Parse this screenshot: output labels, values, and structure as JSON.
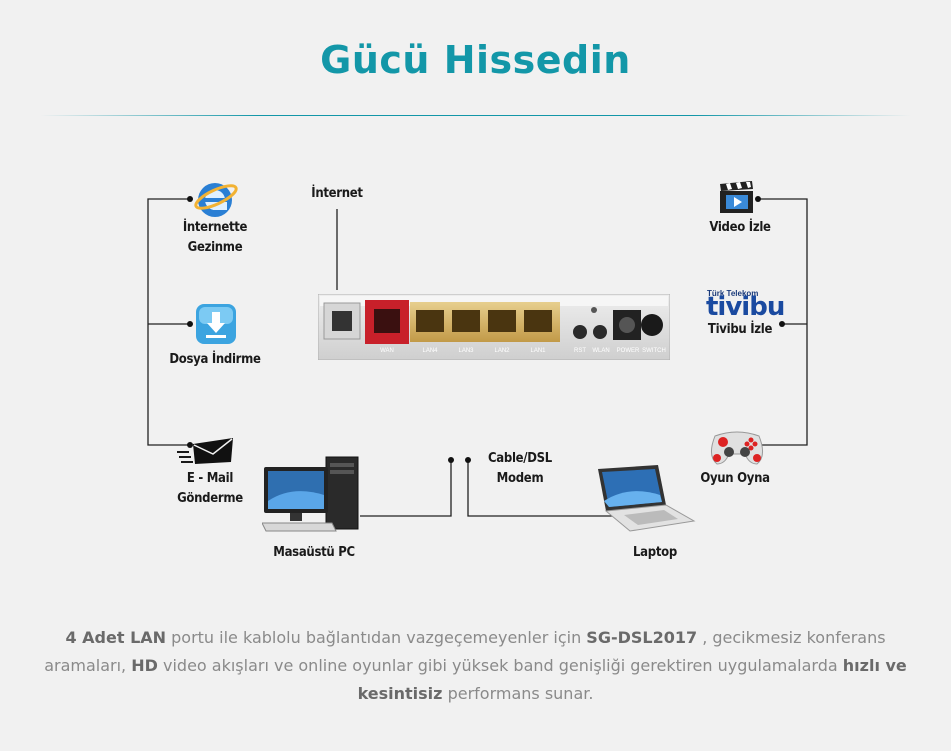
{
  "title": "Gücü Hissedin",
  "router": {
    "internet_label": "İnternet",
    "port_labels": [
      "WAN",
      "LAN4",
      "LAN3",
      "LAN2",
      "LAN1"
    ],
    "switch_labels": [
      "RST",
      "WLAN",
      "POWER",
      "SWITCH"
    ]
  },
  "left_items": [
    {
      "label": "İnternette Gezinme",
      "icon": "browser-e-icon"
    },
    {
      "label": "Dosya İndirme",
      "icon": "download-icon"
    },
    {
      "label_line1": "E - Mail",
      "label_line2": "Gönderme",
      "icon": "mail-icon"
    }
  ],
  "right_items": [
    {
      "label": "Video İzle",
      "icon": "clapperboard-icon"
    },
    {
      "label": "Tivibu İzle",
      "icon": "tivibu-logo",
      "logo_small": "Türk Telekom",
      "logo_big": "tivibu"
    },
    {
      "label": "Oyun Oyna",
      "icon": "gamepad-icon"
    }
  ],
  "center": {
    "modem_line1": "Cable/DSL",
    "modem_line2": "Modem",
    "desktop_label": "Masaüstü PC",
    "laptop_label": "Laptop"
  },
  "footer": {
    "p1_bold": "4 Adet LAN",
    "p2": " portu ile kablolu bağlantıdan vazgeçemeyenler için ",
    "p3_bold": "SG-DSL2017",
    "p4": " , gecikmesiz konferans aramaları, ",
    "p5_bold": "HD",
    "p6": " video akışları ve online oyunlar gibi yüksek band genişliği gerektiren uygulamalarda ",
    "p7_bold": "hızlı ve kesintisiz",
    "p8": " performans sunar."
  },
  "colors": {
    "accent": "#1397a8",
    "wan": "#c8202a",
    "lan": "#d4b163"
  }
}
